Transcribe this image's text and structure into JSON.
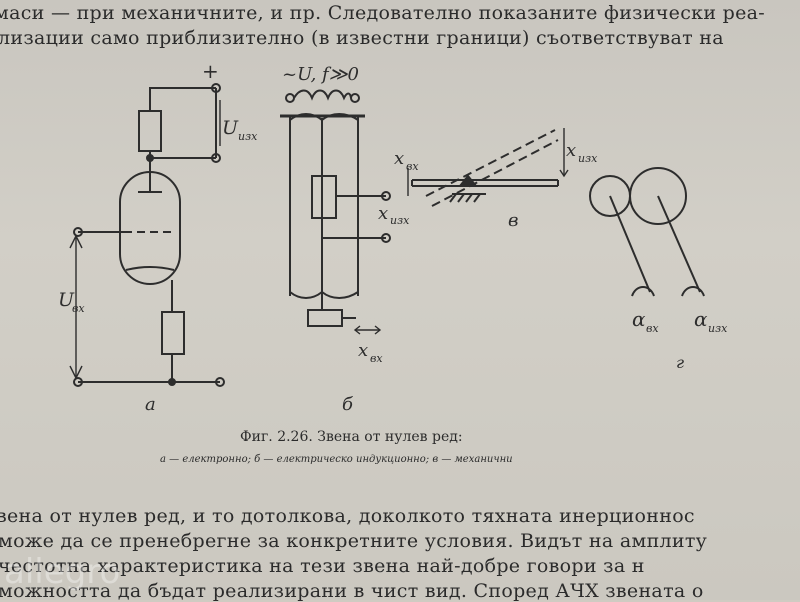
{
  "top_text": [
    "маси — при механичните, и пр. Следователно показаните физически реа-",
    "лизации само приблизително (в известни граници) съответствуват на"
  ],
  "figure": {
    "a": {
      "plus": "+",
      "u_out": "U",
      "u_out_sub": "изх",
      "u_in": "U",
      "u_in_sub": "вх",
      "panel_label": "а"
    },
    "b": {
      "header": "~U, f≫0",
      "x_out": "x",
      "x_out_sub": "изх",
      "x_in": "x",
      "x_in_sub": "вх",
      "panel_label": "б"
    },
    "c": {
      "x_in": "x",
      "x_in_sub": "вх",
      "x_out": "x",
      "x_out_sub": "изх",
      "panel_label": "в"
    },
    "d": {
      "alpha_in": "α",
      "alpha_in_sub": "вх",
      "alpha_out": "α",
      "alpha_out_sub": "изх",
      "panel_label": "г"
    },
    "caption_title": "Фиг. 2.26. Звена от нулев ред:",
    "caption_sub": "а — електронно; б — електрическо индукционно; в — механични"
  },
  "bottom_text": [
    "вена от нулев ред, и то дотолкова, доколкото тяхната инерционнос",
    "може да се пренебрегне за конкретните условия. Видът на амплиту",
    "честотна характеристика на тези звена най-добре говори за н",
    "можността да бъдат реализирани в чист вид. Според АЧХ звената о"
  ],
  "watermark": "allegro"
}
